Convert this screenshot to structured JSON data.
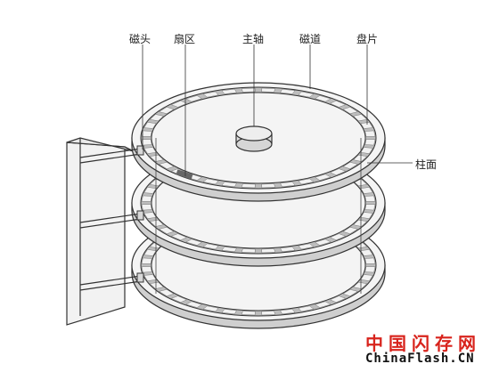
{
  "labels": {
    "head": "磁头",
    "sector": "扇区",
    "spindle": "主轴",
    "track": "磁道",
    "platter": "盘片",
    "cylinder": "柱面"
  },
  "watermark": {
    "cn": "中国闪存网",
    "en": "ChinaFlash.CN"
  },
  "platter_count": 3,
  "colors": {
    "line": "#333333",
    "platter_fill": "#f4f4f4",
    "segment_fill": "#9a9a9a",
    "watermark_red": "#d8231c"
  }
}
